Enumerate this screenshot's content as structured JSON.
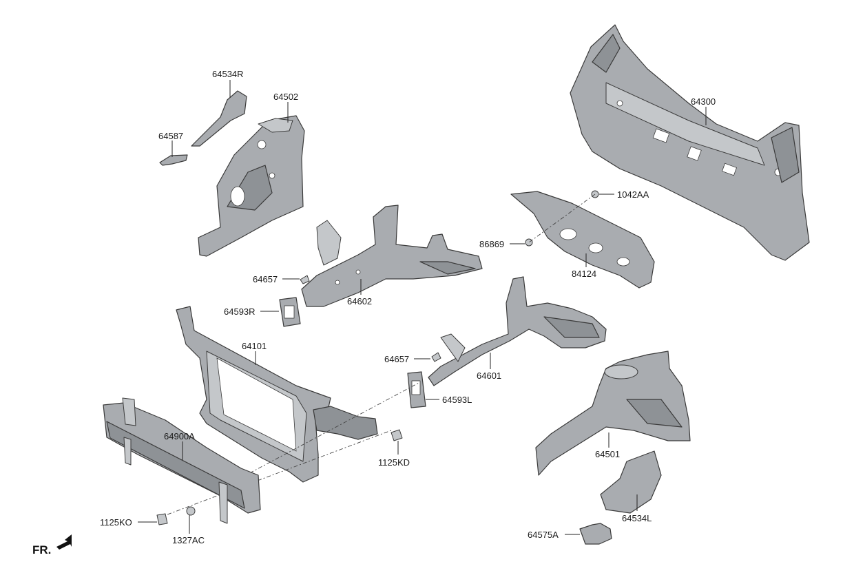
{
  "labels": {
    "p64534R": "64534R",
    "p64502": "64502",
    "p64587": "64587",
    "p64300": "64300",
    "p1042AA": "1042AA",
    "p86869": "86869",
    "p84124": "84124",
    "p64657a": "64657",
    "p64602": "64602",
    "p64593R": "64593R",
    "p64101": "64101",
    "p64657b": "64657",
    "p64601": "64601",
    "p64593L": "64593L",
    "p64900A": "64900A",
    "p1125KD": "1125KD",
    "p64501": "64501",
    "p64534L": "64534L",
    "p1125KO": "1125KO",
    "p1327AC": "1327AC",
    "p64575A": "64575A"
  },
  "orientation": {
    "text": "FR."
  },
  "colors": {
    "part_fill": "#a9acb0",
    "outline": "#3a3a3a"
  }
}
